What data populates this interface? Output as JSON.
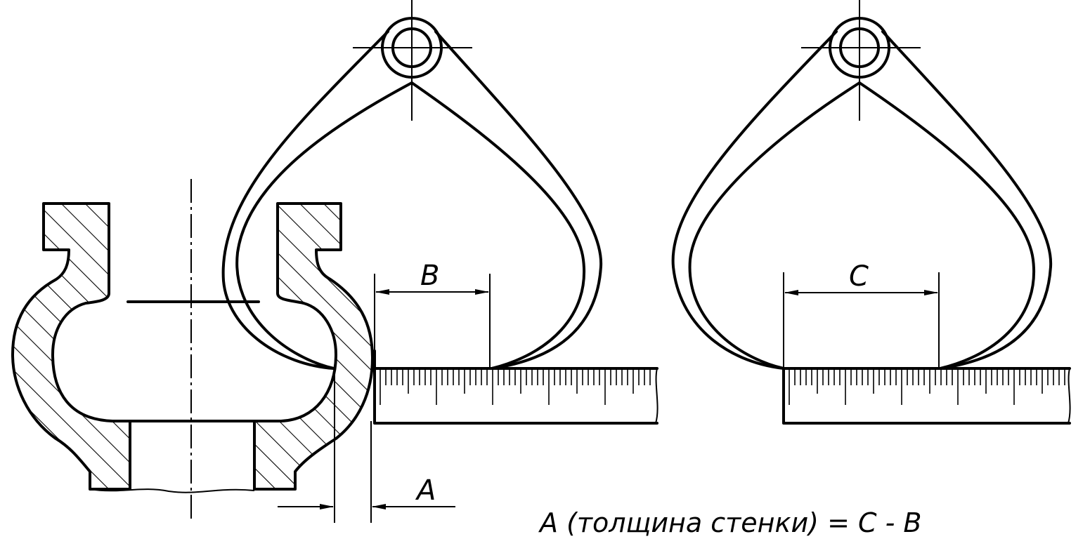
{
  "labels": {
    "a": "A",
    "b": "B",
    "c": "C",
    "formula": "A (толщина стенки) = C - B"
  },
  "colors": {
    "ink": "#000000",
    "paper": "#ffffff"
  }
}
